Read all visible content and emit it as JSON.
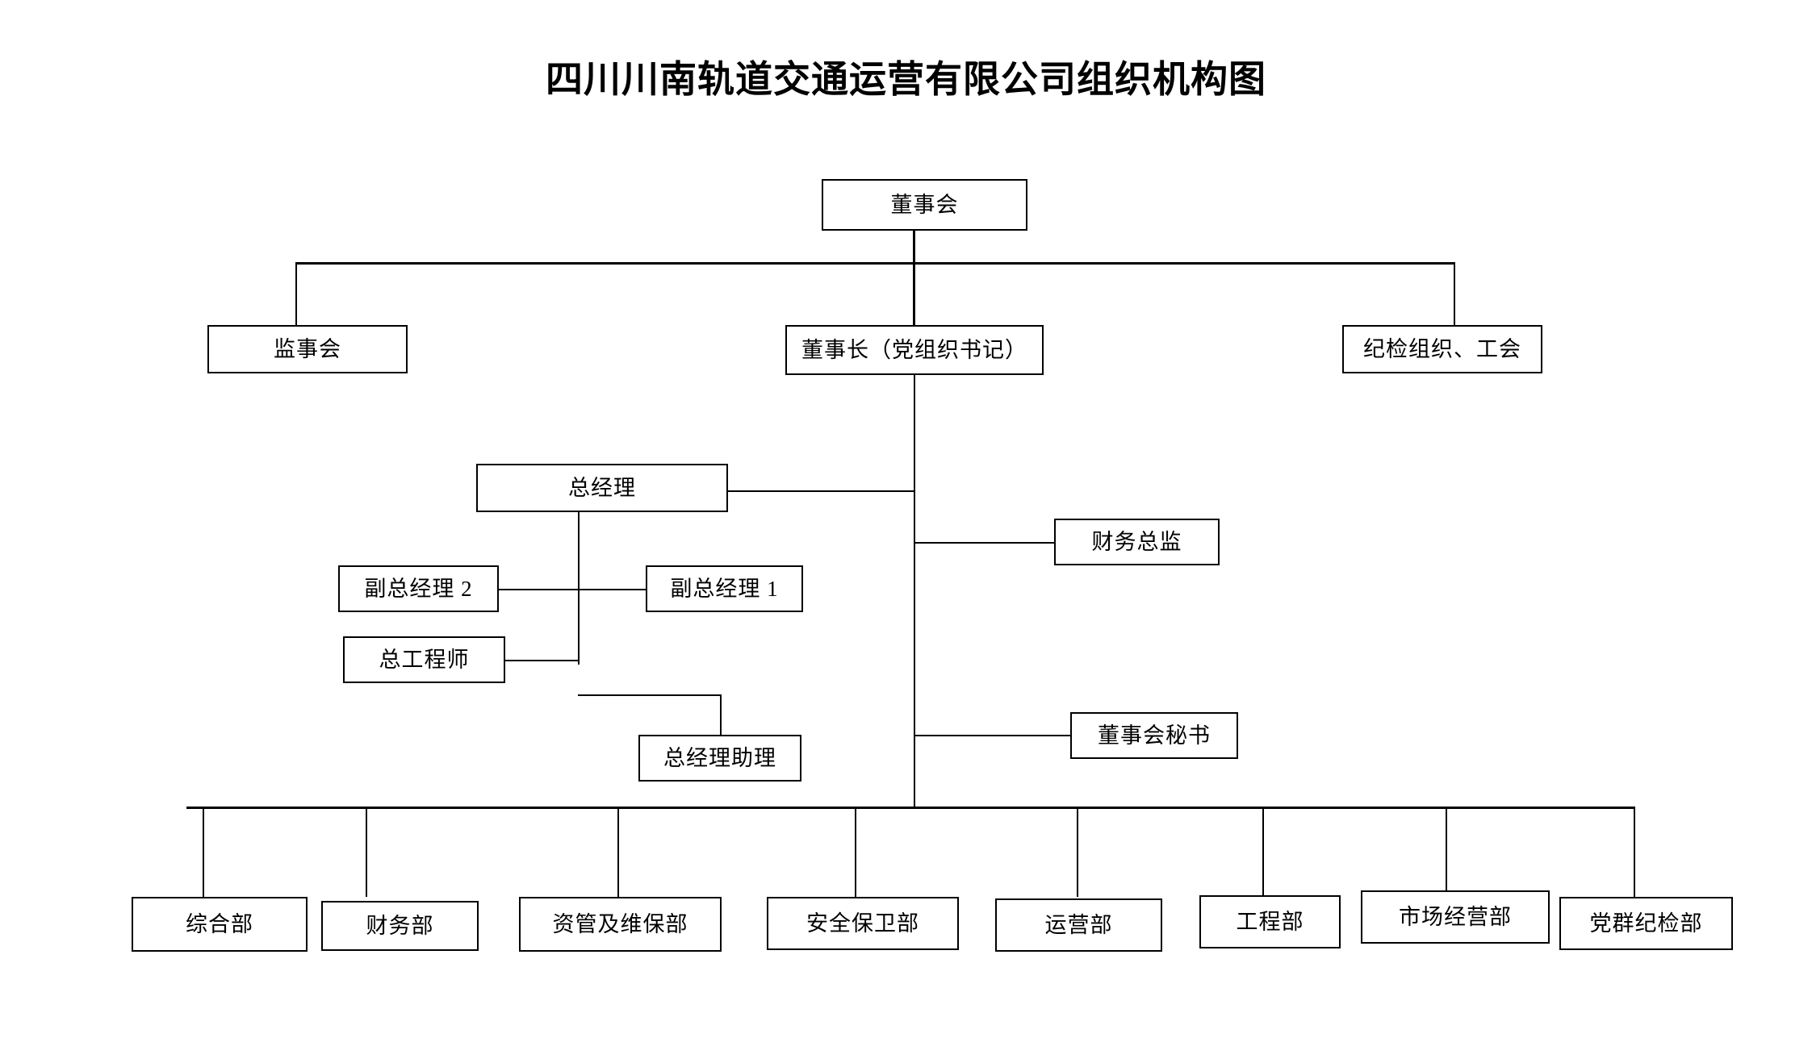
{
  "document": {
    "title": "四川川南轨道交通运营有限公司组织机构图",
    "type": "organizational-chart",
    "background_color": "#ffffff",
    "line_color": "#000000",
    "text_color": "#000000"
  },
  "nodes": {
    "board_of_directors": {
      "label": "董事会"
    },
    "board_of_supervisors": {
      "label": "监事会"
    },
    "chairman": {
      "label": "董事长（党组织书记）"
    },
    "discipline_union": {
      "label": "纪检组织、工会"
    },
    "general_manager": {
      "label": "总经理"
    },
    "deputy_gm_2": {
      "label": "副总经理 2"
    },
    "deputy_gm_1": {
      "label": "副总经理 1"
    },
    "chief_engineer": {
      "label": "总工程师"
    },
    "gm_assistant": {
      "label": "总经理助理"
    },
    "cfo": {
      "label": "财务总监"
    },
    "board_secretary": {
      "label": "董事会秘书"
    }
  },
  "departments": [
    {
      "label": "综合部"
    },
    {
      "label": "财务部"
    },
    {
      "label": "资管及维保部"
    },
    {
      "label": "安全保卫部"
    },
    {
      "label": "运营部"
    },
    {
      "label": "工程部"
    },
    {
      "label": "市场经营部"
    },
    {
      "label": "党群纪检部"
    }
  ],
  "chart_data": {
    "type": "diagram",
    "title": "四川川南轨道交通运营有限公司组织机构图",
    "levels": [
      {
        "level": 1,
        "nodes": [
          "董事会"
        ]
      },
      {
        "level": 2,
        "nodes": [
          "监事会",
          "董事长（党组织书记）",
          "纪检组织、工会"
        ]
      },
      {
        "level": 3,
        "nodes": [
          "总经理",
          "财务总监",
          "董事会秘书"
        ]
      },
      {
        "level": 4,
        "nodes": [
          "副总经理 2",
          "副总经理 1",
          "总工程师",
          "总经理助理"
        ]
      },
      {
        "level": 5,
        "nodes": [
          "综合部",
          "财务部",
          "资管及维保部",
          "安全保卫部",
          "运营部",
          "工程部",
          "市场经营部",
          "党群纪检部"
        ]
      }
    ],
    "edges": [
      {
        "from": "董事会",
        "to": "监事会"
      },
      {
        "from": "董事会",
        "to": "董事长（党组织书记）"
      },
      {
        "from": "董事会",
        "to": "纪检组织、工会"
      },
      {
        "from": "董事长（党组织书记）",
        "to": "总经理"
      },
      {
        "from": "董事长（党组织书记）",
        "to": "财务总监"
      },
      {
        "from": "董事长（党组织书记）",
        "to": "董事会秘书"
      },
      {
        "from": "总经理",
        "to": "副总经理 2"
      },
      {
        "from": "总经理",
        "to": "副总经理 1"
      },
      {
        "from": "总经理",
        "to": "总工程师"
      },
      {
        "from": "总经理",
        "to": "总经理助理"
      },
      {
        "from": "董事长（党组织书记）",
        "to": "综合部"
      },
      {
        "from": "董事长（党组织书记）",
        "to": "财务部"
      },
      {
        "from": "董事长（党组织书记）",
        "to": "资管及维保部"
      },
      {
        "from": "董事长（党组织书记）",
        "to": "安全保卫部"
      },
      {
        "from": "董事长（党组织书记）",
        "to": "运营部"
      },
      {
        "from": "董事长（党组织书记）",
        "to": "工程部"
      },
      {
        "from": "董事长（党组织书记）",
        "to": "市场经营部"
      },
      {
        "from": "董事长（党组织书记）",
        "to": "党群纪检部"
      }
    ]
  }
}
